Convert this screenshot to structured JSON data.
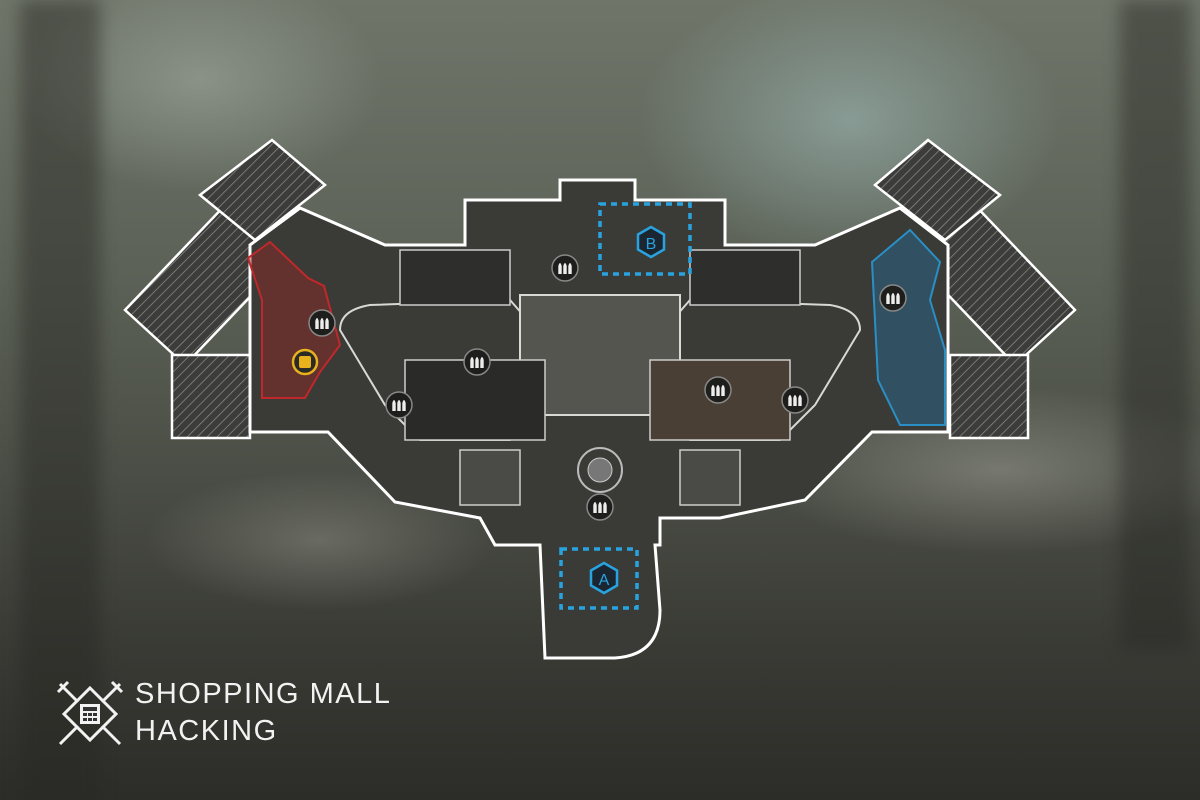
{
  "map": {
    "name": "SHOPPING MALL",
    "mode": "HACKING",
    "mode_icon": "hacking-mode-icon",
    "objectives": [
      {
        "label": "A",
        "icon": "hexagon-objective-icon"
      },
      {
        "label": "B",
        "icon": "hexagon-objective-icon"
      }
    ],
    "ammo_icon": "ammo-bullets-icon",
    "spawn_icon": "vehicle-spawn-icon",
    "colors": {
      "objective": "#29a3e0",
      "red_team": "#c0282a",
      "blue_team": "#2a8fc4",
      "spawn": "#e8b21c",
      "outline": "#ffffff"
    }
  }
}
